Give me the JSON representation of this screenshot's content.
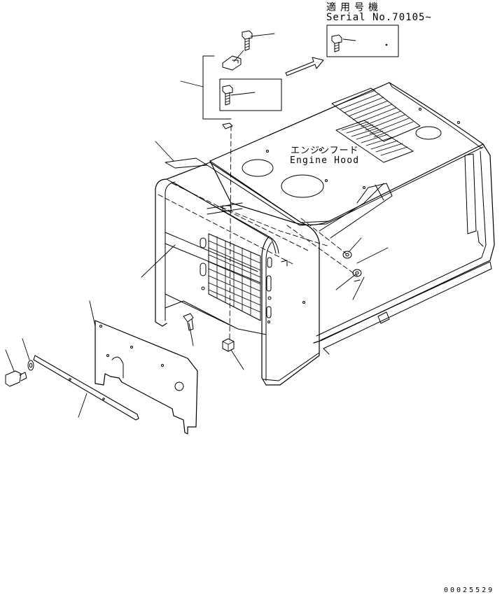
{
  "serial_note": {
    "applicable_jp": "適用号機",
    "serial": "Serial No.70105~"
  },
  "engine_hood": {
    "label_jp": "エンジンフード",
    "label_en": "Engine Hood"
  },
  "drawing_number": "00025529"
}
